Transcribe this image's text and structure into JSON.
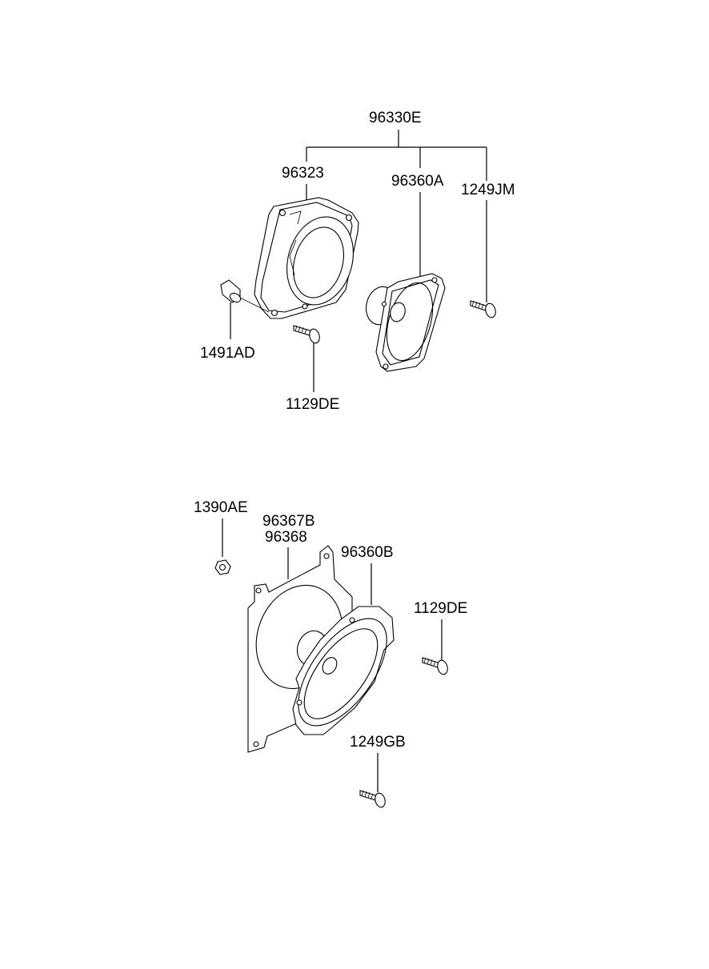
{
  "labels": {
    "assembly_top": "96330E",
    "bracket": "96323",
    "speaker_a": "96360A",
    "screw_jm": "1249JM",
    "nut_1491": "1491AD",
    "screw_1129_top": "1129DE",
    "nut_1390": "1390AE",
    "bracket_b1": "96367B",
    "bracket_b2": "96368",
    "speaker_b": "96360B",
    "screw_1129_bottom": "1129DE",
    "screw_gb": "1249GB"
  }
}
